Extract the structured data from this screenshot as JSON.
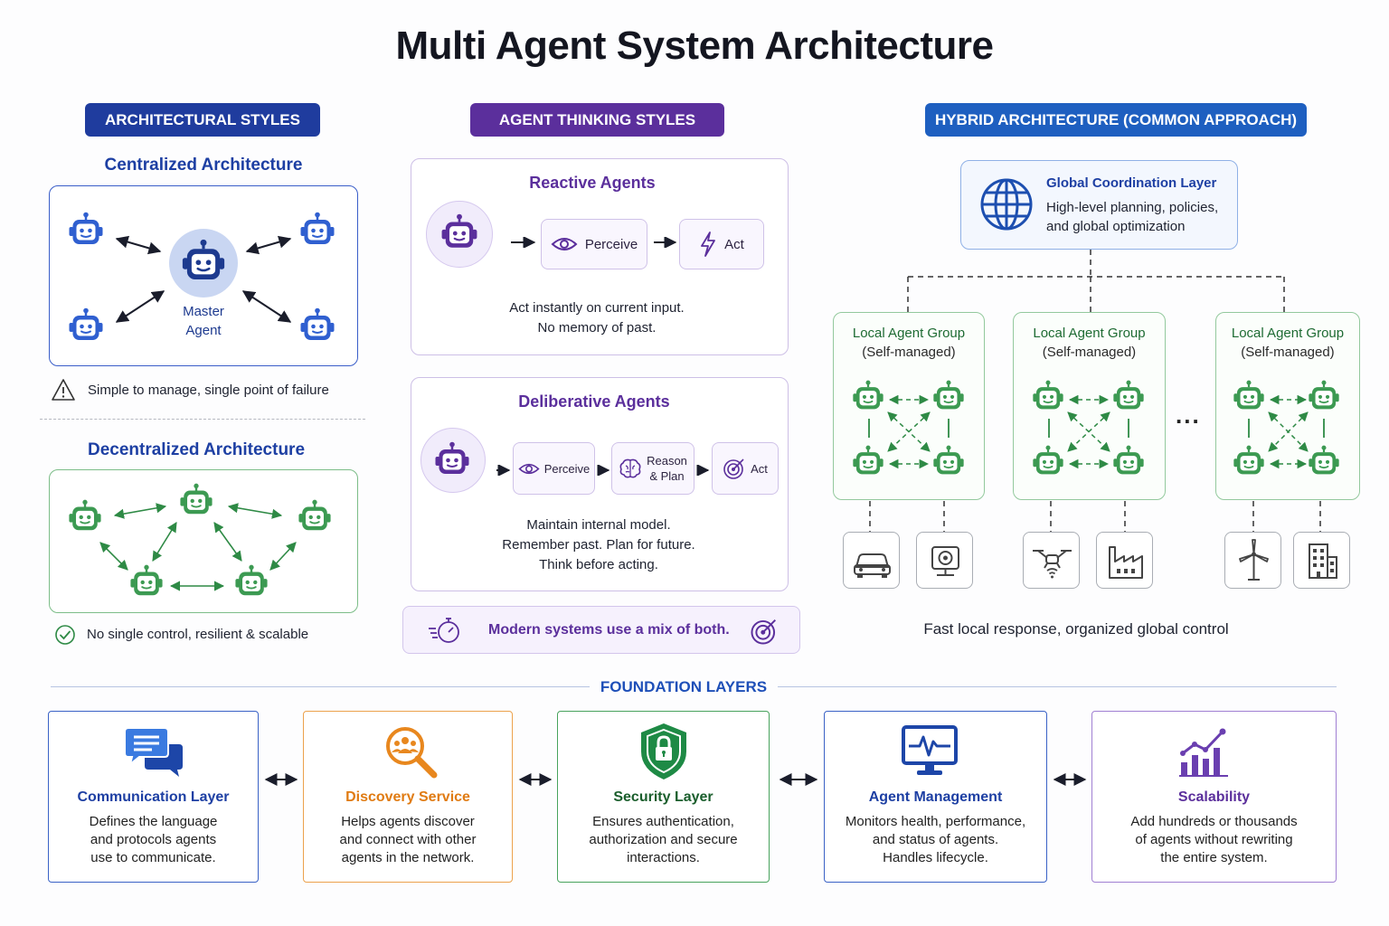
{
  "title": "Multi Agent System Architecture",
  "colors": {
    "blue": "#1d3fa3",
    "purple": "#5b2f9c",
    "green": "#2e8a45",
    "orange": "#e8871e",
    "hybrid": "#1e5fc0"
  },
  "left": {
    "header": "ARCHITECTURAL STYLES",
    "centralized": {
      "title": "Centralized Architecture",
      "master_label_1": "Master",
      "master_label_2": "Agent",
      "note": "Simple to manage, single point of failure"
    },
    "decentralized": {
      "title": "Decentralized Architecture",
      "note": "No single control, resilient & scalable"
    }
  },
  "middle": {
    "header": "AGENT THINKING STYLES",
    "reactive": {
      "title": "Reactive Agents",
      "steps": [
        "Perceive",
        "Act"
      ],
      "desc": [
        "Act instantly on current input.",
        "No memory of past."
      ]
    },
    "deliberative": {
      "title": "Deliberative Agents",
      "steps": [
        "Perceive",
        "Reason",
        "& Plan",
        "Act"
      ],
      "desc": [
        "Maintain internal model.",
        "Remember past. Plan for future.",
        "Think before acting."
      ]
    },
    "mix": "Modern systems use a mix of both."
  },
  "right": {
    "header": "HYBRID ARCHITECTURE (COMMON APPROACH)",
    "global": {
      "title": "Global Coordination Layer",
      "desc_1": "High-level planning, policies,",
      "desc_2": "and global optimization"
    },
    "group_title": "Local Agent Group",
    "group_sub": "(Self-managed)",
    "ellipsis": "...",
    "caption": "Fast local response, organized global control",
    "devices": [
      "car-icon",
      "camera-icon",
      "drone-icon",
      "factory-icon",
      "wind-turbine-icon",
      "building-icon"
    ]
  },
  "foundation": {
    "header": "FOUNDATION LAYERS",
    "cards": [
      {
        "title": "Communication Layer",
        "lines": [
          "Defines the language",
          "and protocols agents",
          "use to communicate."
        ]
      },
      {
        "title": "Discovery Service",
        "lines": [
          "Helps agents discover",
          "and connect with other",
          "agents in the network."
        ]
      },
      {
        "title": "Security Layer",
        "lines": [
          "Ensures authentication,",
          "authorization and secure",
          "interactions."
        ]
      },
      {
        "title": "Agent Management",
        "lines": [
          "Monitors health, performance,",
          "and status of agents.",
          "Handles lifecycle."
        ]
      },
      {
        "title": "Scalability",
        "lines": [
          "Add hundreds or thousands",
          "of agents without rewriting",
          "the entire system."
        ]
      }
    ]
  }
}
